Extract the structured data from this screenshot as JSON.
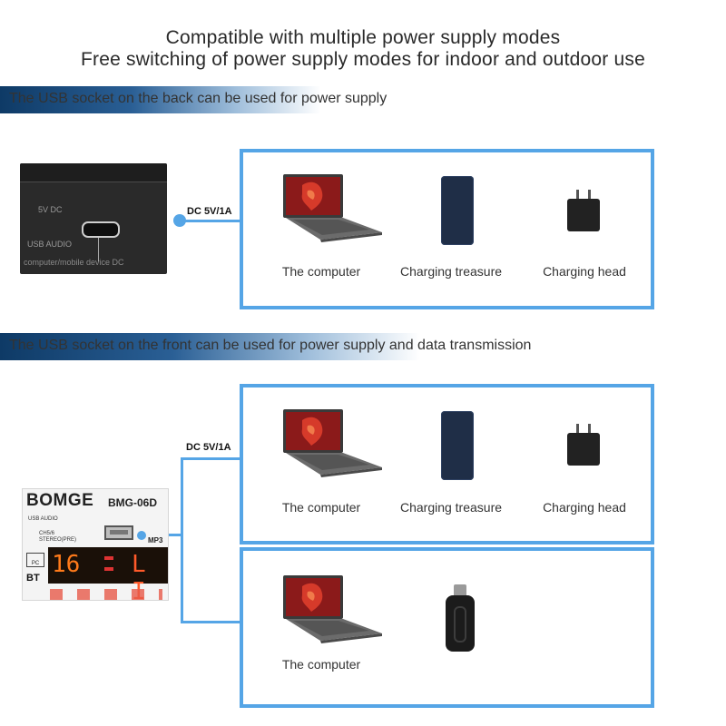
{
  "header": {
    "line1": "Compatible with multiple power supply modes",
    "line2": "Free switching of power supply modes for indoor and outdoor use"
  },
  "section_back": {
    "banner": "The USB socket on the back can be used for power supply",
    "dc_label": "DC 5V/1A",
    "panel_text": {
      "t1": "5V  DC",
      "t2": "USB AUDIO",
      "t3": "computer/mobile device DC"
    },
    "devices": [
      {
        "label": "The computer",
        "icon": "laptop-icon"
      },
      {
        "label": "Charging treasure",
        "icon": "power-bank-icon"
      },
      {
        "label": "Charging head",
        "icon": "charger-icon"
      }
    ]
  },
  "section_front": {
    "banner": "The USB socket on the front can be used for power supply and data transmission",
    "dc_label": "DC 5V/1A",
    "panel": {
      "brand": "BOMGE",
      "model": "BMG-06D",
      "usb_audio": "USB AUDIO",
      "ch": "CH5/6",
      "stereo": "STEREO(PRE)",
      "mp3": "MP3",
      "display_digits": "16",
      "display_text": "L I",
      "pc": "PC",
      "bt": "BT"
    },
    "devices_top": [
      {
        "label": "The computer",
        "icon": "laptop-icon"
      },
      {
        "label": "Charging treasure",
        "icon": "power-bank-icon"
      },
      {
        "label": "Charging head",
        "icon": "charger-icon"
      }
    ],
    "devices_bottom": [
      {
        "label": "The computer",
        "icon": "laptop-icon"
      },
      {
        "icon": "usb-drive-icon"
      }
    ]
  },
  "colors": {
    "accent": "#55a5e6",
    "banner_dark": "#0e3a66"
  }
}
